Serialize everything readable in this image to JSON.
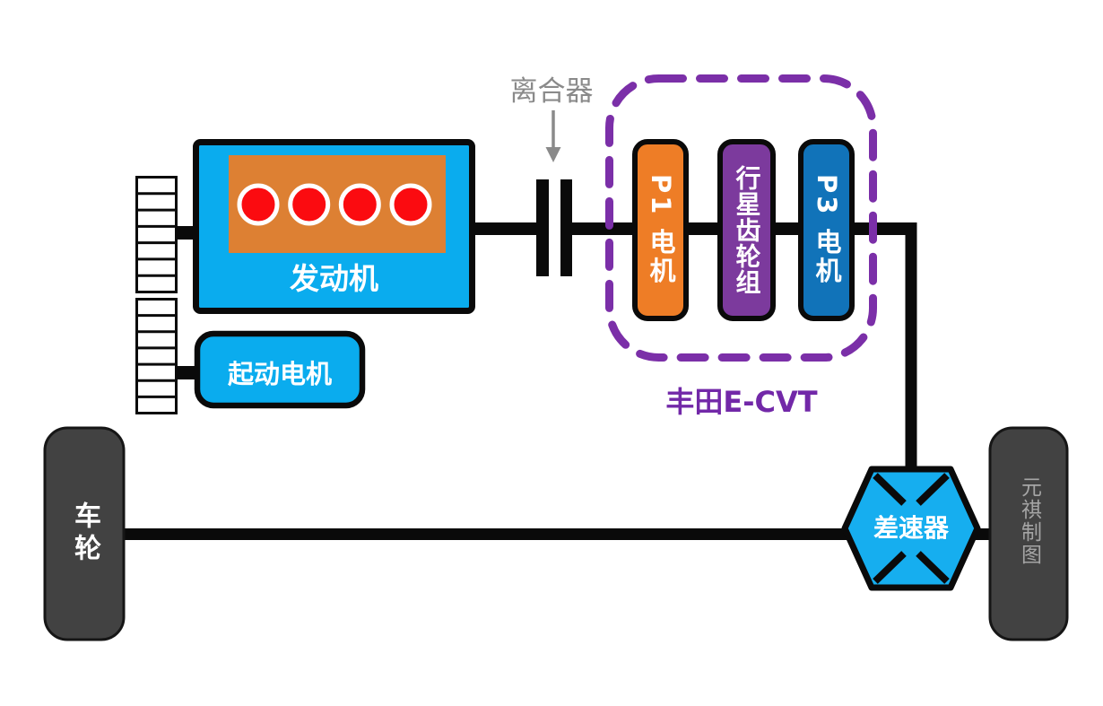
{
  "labels": {
    "clutch": "离合器",
    "engine": "发动机",
    "starter_motor": "起动电机",
    "motor_p1": "P1 电机",
    "planetary_gearset": "行星齿轮组",
    "motor_p3": "P3 电机",
    "ecvt": "丰田E-CVT",
    "differential": "差速器",
    "wheel": "车轮",
    "watermark": "元祺制图"
  },
  "colors": {
    "component_cyan": "#0AACEE",
    "differential_cyan": "#16AEEF",
    "engine_inner_orange": "#DD8033",
    "cylinder_red": "#FB0B10",
    "p1_orange": "#EE7D26",
    "planetary_purple": "#7C3A9D",
    "p3_blue": "#1173B9",
    "ecvt_dash_purple": "#7B2FA8",
    "ecvt_text_purple": "#7228A8",
    "wheel_gray": "#424242",
    "line_black": "#0A0A0A",
    "label_gray": "#8A8A8A"
  }
}
